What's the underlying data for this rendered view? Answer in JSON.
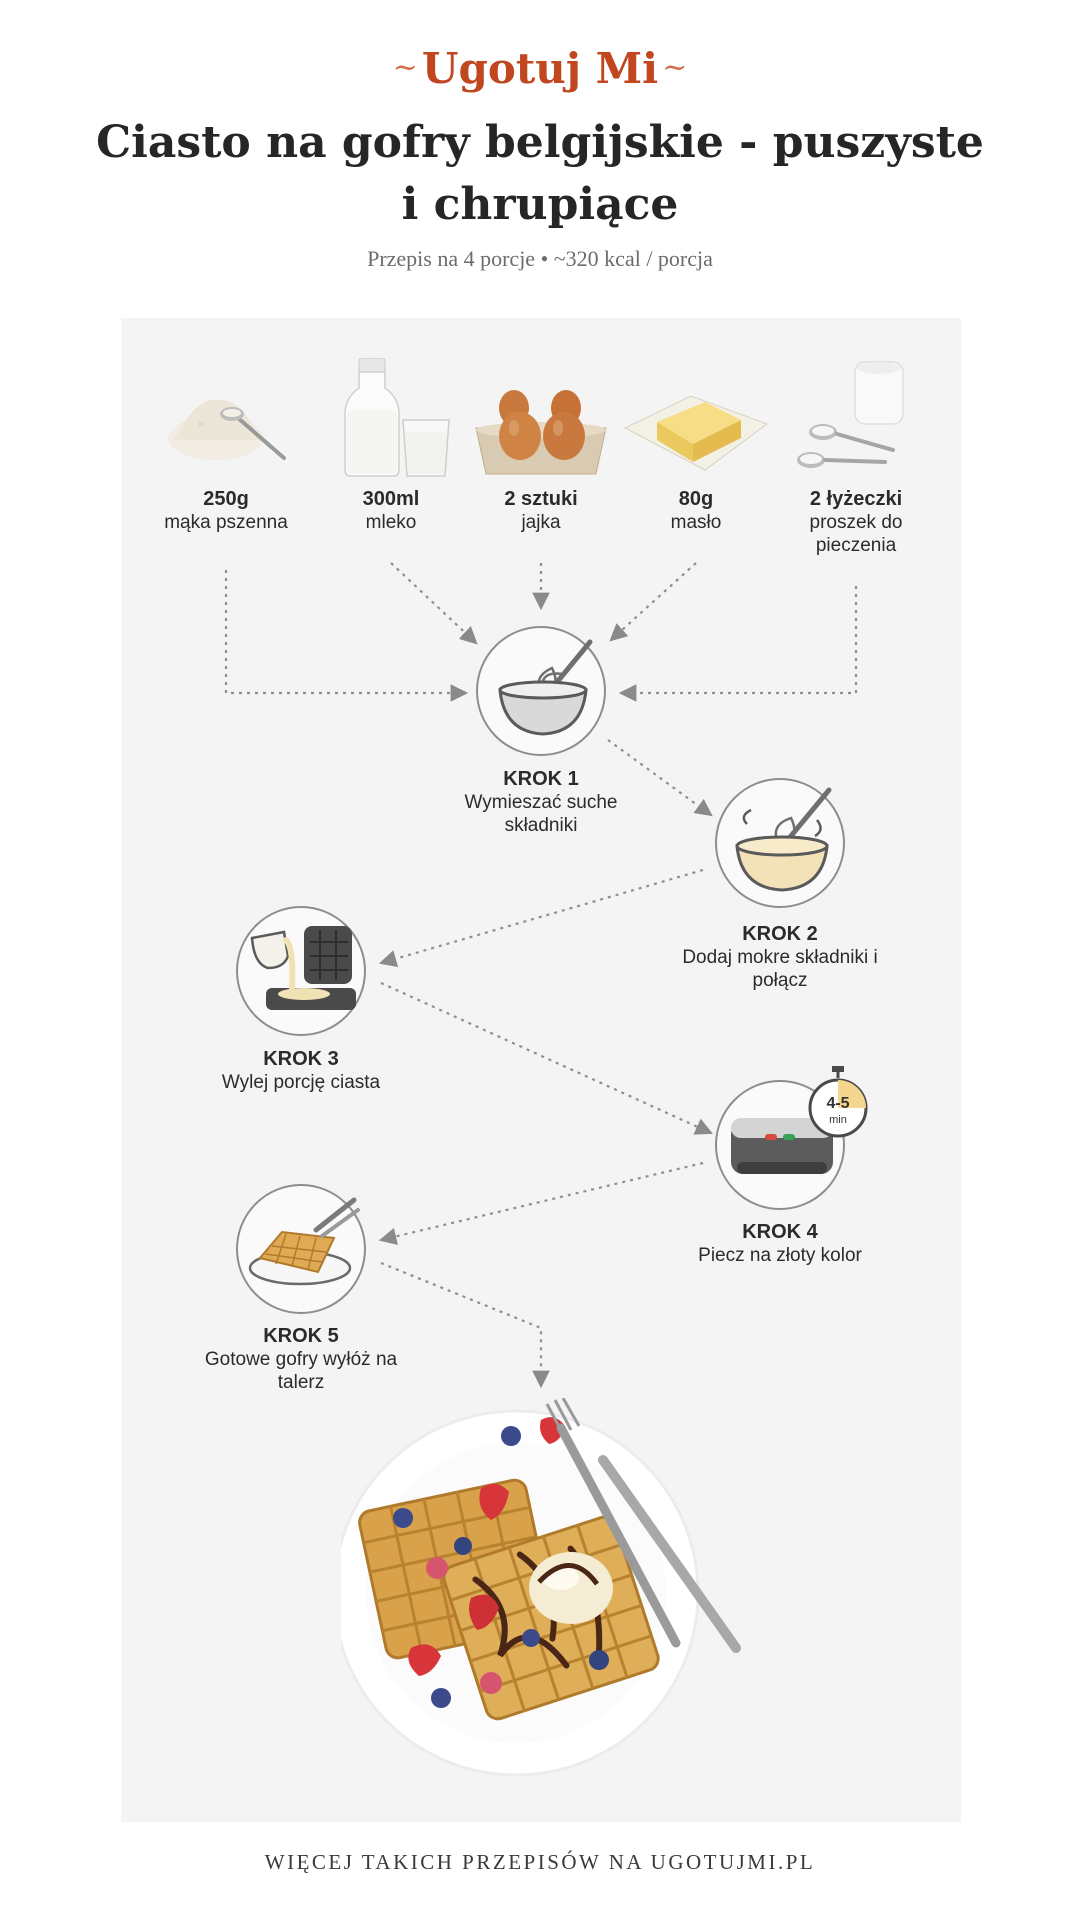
{
  "brand": {
    "name": "Ugotuj Mi",
    "tilde": "~"
  },
  "recipe": {
    "title": "Ciasto na gofry belgijskie - puszyste i chrupiące",
    "subtitle": "Przepis na 4 porcje • ~320 kcal / porcja"
  },
  "ingredients": [
    {
      "qty": "250g",
      "name": "mąka pszenna",
      "icon": "flour-icon"
    },
    {
      "qty": "300ml",
      "name": "mleko",
      "icon": "milk-icon"
    },
    {
      "qty": "2 sztuki",
      "name": "jajka",
      "icon": "eggs-icon"
    },
    {
      "qty": "80g",
      "name": "masło",
      "icon": "butter-icon"
    },
    {
      "qty": "2 łyżeczki",
      "name": "proszek do pieczenia",
      "icon": "baking-powder-icon"
    }
  ],
  "steps": [
    {
      "label": "KROK 1",
      "text": "Wymieszać suche składniki",
      "icon": "whisk-bowl-icon"
    },
    {
      "label": "KROK 2",
      "text": "Dodaj mokre składniki i połącz",
      "icon": "mixing-icon"
    },
    {
      "label": "KROK 3",
      "text": "Wylej porcję ciasta",
      "icon": "pour-batter-icon"
    },
    {
      "label": "KROK 4",
      "text": "Piecz na złoty kolor",
      "icon": "waffle-maker-icon"
    },
    {
      "label": "KROK 5",
      "text": "Gotowe gofry wyłóż na talerz",
      "icon": "waffle-plate-icon"
    }
  ],
  "timer": {
    "value": "4-5",
    "unit": "min"
  },
  "footer": {
    "text": "WIĘCEJ TAKICH PRZEPISÓW NA UGOTUJMI.PL"
  },
  "colors": {
    "brand": "#c0471f",
    "panel": "#f4f4f4",
    "waffle": "#d9a24a"
  }
}
